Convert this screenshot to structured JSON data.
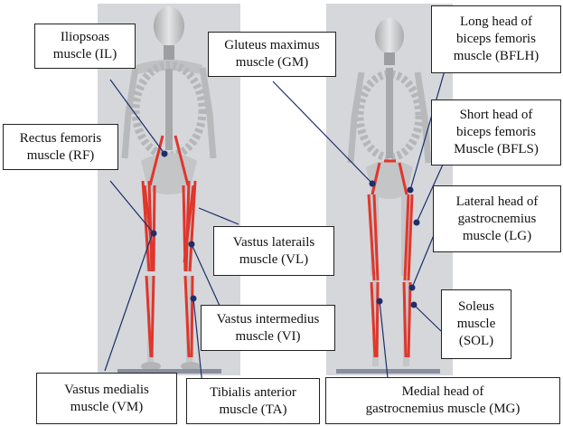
{
  "labels": {
    "iliopsoas": [
      "Iliopsoas",
      "muscle (IL)"
    ],
    "rectus_femoris": [
      "Rectus femoris",
      "muscle  (RF)"
    ],
    "gluteus_maximus": [
      "Gluteus maximus",
      "muscle (GM)"
    ],
    "bflh": [
      "Long head of",
      "biceps femoris",
      "muscle (BFLH)"
    ],
    "bfls": [
      "Short head of",
      "biceps femoris",
      "Muscle (BFLS)"
    ],
    "lateral_gastroc": [
      "Lateral head of",
      "gastrocnemius",
      "muscle (LG)"
    ],
    "vastus_lateralis": [
      "Vastus laterails",
      "muscle (VL)"
    ],
    "vastus_intermedius": [
      "Vastus intermedius",
      "muscle (VI)"
    ],
    "soleus": [
      "Soleus",
      "muscle",
      "(SOL)"
    ],
    "vastus_medialis": [
      "Vastus medialis",
      "muscle (VM)"
    ],
    "tibialis_anterior": [
      "Tibialis anterior",
      "muscle (TA)"
    ],
    "medial_gastroc": [
      "Medial head of",
      "gastrocnemius muscle (MG)"
    ]
  },
  "colors": {
    "muscle": "#e0362c",
    "bone": "#c9cbcc",
    "bone_dark": "#8e9092",
    "pointer": "#1c2f6b",
    "panel": "#d5d7da"
  }
}
